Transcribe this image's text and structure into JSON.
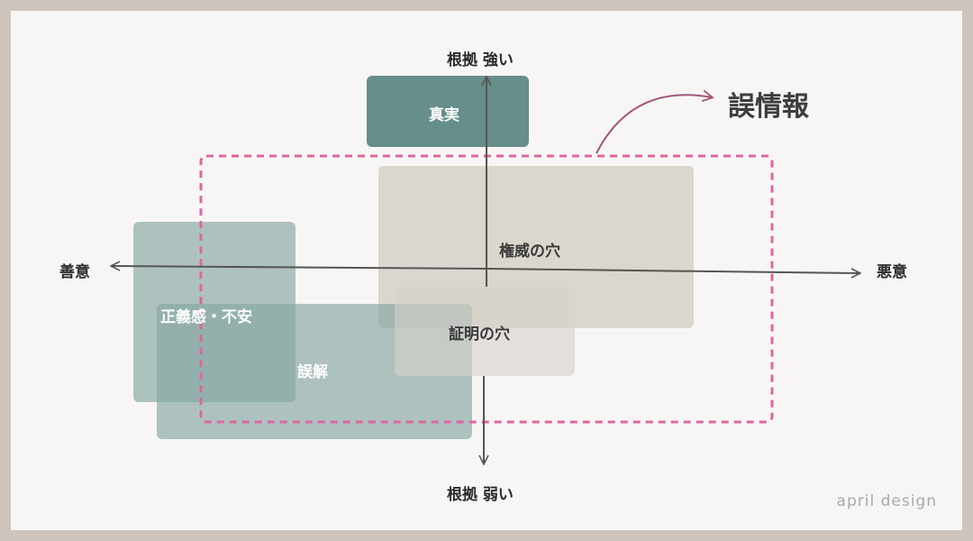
{
  "labels": {
    "top": "根拠 強い",
    "bottom": "根拠 弱い",
    "left": "善意",
    "right": "悪意",
    "truth": "真実",
    "authority_hole": "権威の穴",
    "proof_hole": "証明の穴",
    "justice_anxiety": "正義感・不安",
    "misunderstanding": "誤解",
    "misinformation": "誤情報"
  },
  "credit": "april design",
  "colors": {
    "page_border": "#ccc4bd",
    "background": "#f7f6f4",
    "truth_box": "#5f8a87",
    "teal_boxes": "#9ab5b2",
    "gray_boxes": "#d6d2c8",
    "dashed_frame": "#de66a1",
    "arrow_curve": "#a3557a",
    "axis": "#555555"
  }
}
